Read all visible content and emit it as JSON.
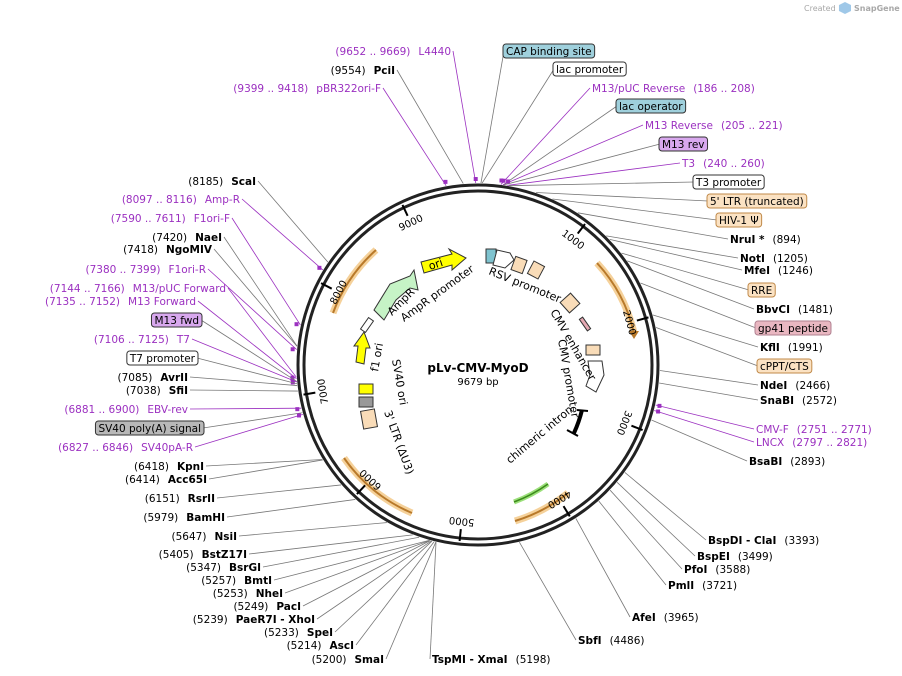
{
  "plasmid": {
    "name": "pLv-CMV-MyoD",
    "size": "9679 bp",
    "length": 9679
  },
  "watermark": "Created by",
  "brand": "SnapGene",
  "ticks": [
    "1000",
    "2000",
    "3000",
    "4000",
    "5000",
    "6000",
    "7000",
    "8000",
    "9000"
  ],
  "colors": {
    "site": "#000000",
    "primer": "#9b30c0",
    "backbone": "#222222"
  },
  "inner_labels": {
    "rsv": "RSV promoter",
    "cmv_enh": "CMV enhancer",
    "cmv_prom": "CMV promoter",
    "intron": "chimeric intron",
    "ori": "ori",
    "ampr": "AmpR",
    "ampr_prom": "AmpR promoter",
    "f1": "f1 ori",
    "sv40": "SV40 ori",
    "ltr3": "3' LTR (ΔU3)"
  },
  "right_labels": [
    {
      "name": "CAP binding site",
      "pos": "",
      "style": "box-teal"
    },
    {
      "name": "lac promoter",
      "pos": "",
      "style": "box-white"
    },
    {
      "name": "M13/pUC Reverse",
      "pos": "(186 .. 208)",
      "style": "primer"
    },
    {
      "name": "lac operator",
      "pos": "",
      "style": "box-teal"
    },
    {
      "name": "M13 Reverse",
      "pos": "(205 .. 221)",
      "style": "primer"
    },
    {
      "name": "M13 rev",
      "pos": "",
      "style": "box-purple"
    },
    {
      "name": "T3",
      "pos": "(240 .. 260)",
      "style": "primer"
    },
    {
      "name": "T3 promoter",
      "pos": "",
      "style": "box-white"
    },
    {
      "name": "5' LTR (truncated)",
      "pos": "",
      "style": "box-orange"
    },
    {
      "name": "HIV-1 Ψ",
      "pos": "",
      "style": "box-orange"
    },
    {
      "name": "NruI *",
      "pos": "(894)",
      "style": "site"
    },
    {
      "name": "NotI",
      "pos": "(1205)",
      "style": "site"
    },
    {
      "name": "MfeI",
      "pos": "(1246)",
      "style": "site"
    },
    {
      "name": "RRE",
      "pos": "",
      "style": "box-orange"
    },
    {
      "name": "BbvCI",
      "pos": "(1481)",
      "style": "site"
    },
    {
      "name": "gp41 peptide",
      "pos": "",
      "style": "box-pink"
    },
    {
      "name": "KflI",
      "pos": "(1991)",
      "style": "site"
    },
    {
      "name": "cPPT/CTS",
      "pos": "",
      "style": "box-orange"
    },
    {
      "name": "NdeI",
      "pos": "(2466)",
      "style": "site"
    },
    {
      "name": "SnaBI",
      "pos": "(2572)",
      "style": "site"
    },
    {
      "name": "CMV-F",
      "pos": "(2751 .. 2771)",
      "style": "primer"
    },
    {
      "name": "LNCX",
      "pos": "(2797 .. 2821)",
      "style": "primer"
    },
    {
      "name": "BsaBI",
      "pos": "(2893)",
      "style": "site"
    },
    {
      "name": "BspDI - ClaI",
      "pos": "(3393)",
      "style": "site"
    },
    {
      "name": "BspEI",
      "pos": "(3499)",
      "style": "site"
    },
    {
      "name": "PfoI",
      "pos": "(3588)",
      "style": "site"
    },
    {
      "name": "PmlI",
      "pos": "(3721)",
      "style": "site"
    },
    {
      "name": "AfeI",
      "pos": "(3965)",
      "style": "site"
    },
    {
      "name": "SbfI",
      "pos": "(4486)",
      "style": "site"
    },
    {
      "name": "TspMI - XmaI",
      "pos": "(5198)",
      "style": "site"
    }
  ],
  "left_labels": [
    {
      "name": "L4440",
      "pos": "(9652 .. 9669)",
      "style": "primer"
    },
    {
      "name": "PciI",
      "pos": "(9554)",
      "style": "site"
    },
    {
      "name": "pBR322ori-F",
      "pos": "(9399 .. 9418)",
      "style": "primer"
    },
    {
      "name": "ScaI",
      "pos": "(8185)",
      "style": "site"
    },
    {
      "name": "Amp-R",
      "pos": "(8097 .. 8116)",
      "style": "primer"
    },
    {
      "name": "F1ori-F",
      "pos": "(7590 .. 7611)",
      "style": "primer"
    },
    {
      "name": "NaeI",
      "pos": "(7420)",
      "style": "site"
    },
    {
      "name": "NgoMIV",
      "pos": "(7418)",
      "style": "site"
    },
    {
      "name": "F1ori-R",
      "pos": "(7380 .. 7399)",
      "style": "primer"
    },
    {
      "name": "M13/pUC Forward",
      "pos": "(7144 .. 7166)",
      "style": "primer"
    },
    {
      "name": "M13 Forward",
      "pos": "(7135 .. 7152)",
      "style": "primer"
    },
    {
      "name": "M13 fwd",
      "pos": "",
      "style": "box-purple"
    },
    {
      "name": "T7",
      "pos": "(7106 .. 7125)",
      "style": "primer"
    },
    {
      "name": "T7 promoter",
      "pos": "",
      "style": "box-white"
    },
    {
      "name": "AvrII",
      "pos": "(7085)",
      "style": "site"
    },
    {
      "name": "SfiI",
      "pos": "(7038)",
      "style": "site"
    },
    {
      "name": "EBV-rev",
      "pos": "(6881 .. 6900)",
      "style": "primer"
    },
    {
      "name": "SV40 poly(A) signal",
      "pos": "",
      "style": "box-gray"
    },
    {
      "name": "SV40pA-R",
      "pos": "(6827 .. 6846)",
      "style": "primer"
    },
    {
      "name": "KpnI",
      "pos": "(6418)",
      "style": "site"
    },
    {
      "name": "Acc65I",
      "pos": "(6414)",
      "style": "site"
    },
    {
      "name": "RsrII",
      "pos": "(6151)",
      "style": "site"
    },
    {
      "name": "BamHI",
      "pos": "(5979)",
      "style": "site"
    },
    {
      "name": "NsiI",
      "pos": "(5647)",
      "style": "site"
    },
    {
      "name": "BstZ17I",
      "pos": "(5405)",
      "style": "site"
    },
    {
      "name": "BsrGI",
      "pos": "(5347)",
      "style": "site"
    },
    {
      "name": "BmtI",
      "pos": "(5257)",
      "style": "site"
    },
    {
      "name": "NheI",
      "pos": "(5253)",
      "style": "site"
    },
    {
      "name": "PacI",
      "pos": "(5249)",
      "style": "site"
    },
    {
      "name": "PaeR7I - XhoI",
      "pos": "(5239)",
      "style": "site"
    },
    {
      "name": "SpeI",
      "pos": "(5233)",
      "style": "site"
    },
    {
      "name": "AscI",
      "pos": "(5214)",
      "style": "site"
    },
    {
      "name": "SmaI",
      "pos": "(5200)",
      "style": "site"
    }
  ]
}
